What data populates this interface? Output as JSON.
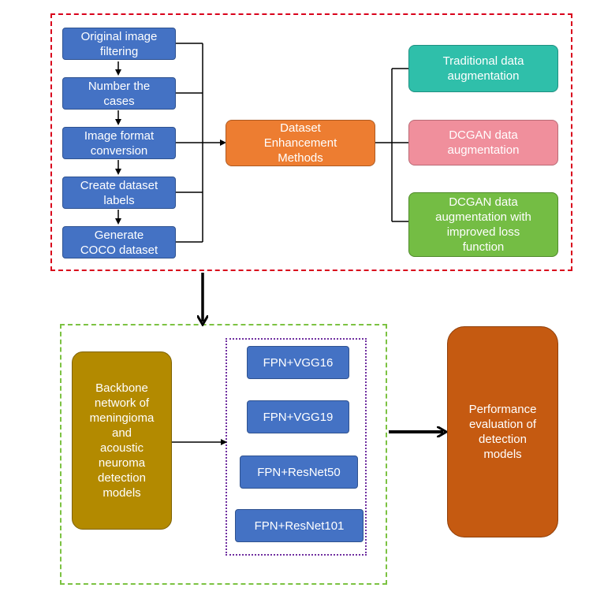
{
  "prep_steps": [
    "Original image\nfiltering",
    "Number the\ncases",
    "Image format\nconversion",
    "Create dataset\nlabels",
    "Generate\nCOCO dataset"
  ],
  "enhancement": {
    "label": "Dataset\nEnhancement\nMethods"
  },
  "augmentations": [
    "Traditional data\naugmentation",
    "DCGAN data\naugmentation",
    "DCGAN data\naugmentation with\nimproved loss\nfunction"
  ],
  "backbone": {
    "label": "Backbone\nnetwork of\nmeningioma\nand\nacoustic\nneuroma\ndetection\nmodels"
  },
  "models": [
    "FPN+VGG16",
    "FPN+VGG19",
    "FPN+ResNet50",
    "FPN+ResNet101"
  ],
  "evaluation": {
    "label": "Performance\nevaluation of\ndetection\nmodels"
  },
  "colors": {
    "blue": "#4472c4",
    "orange": "#ed7d31",
    "teal": "#2fbfaa",
    "pink": "#f08f9c",
    "green": "#74bd44",
    "gold": "#b38a00",
    "rust": "#c55a11",
    "red_dash": "#d9001b",
    "green_dash": "#7cc242",
    "purple_dot": "#7030a0"
  }
}
